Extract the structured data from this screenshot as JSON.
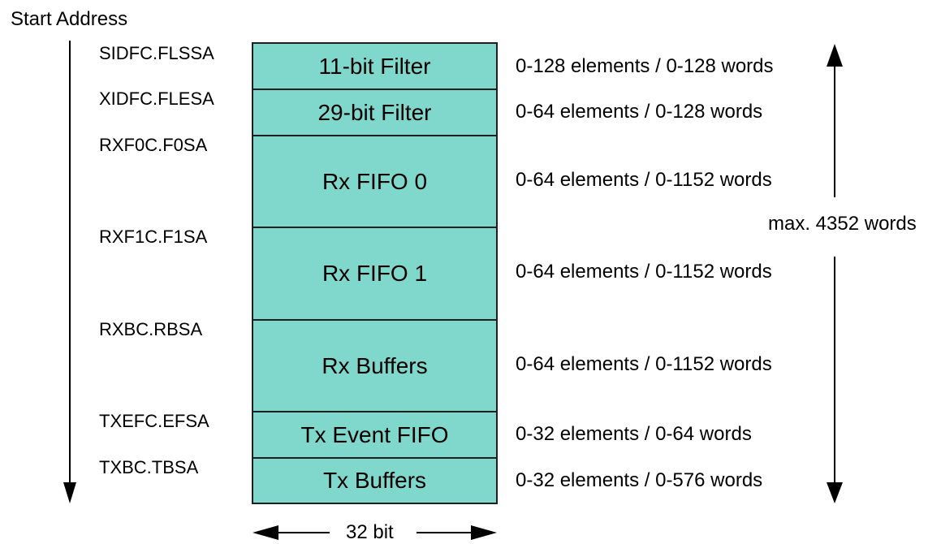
{
  "title": "Start Address",
  "addresses": [
    "SIDFC.FLSSA",
    "XIDFC.FLESA",
    "RXF0C.F0SA",
    "RXF1C.F1SA",
    "RXBC.RBSA",
    "TXEFC.EFSA",
    "TXBC.TBSA"
  ],
  "sections": [
    {
      "label": "11-bit Filter",
      "size": "0-128 elements / 0-128 words"
    },
    {
      "label": "29-bit Filter",
      "size": "0-64 elements / 0-128 words"
    },
    {
      "label": "Rx FIFO 0",
      "size": "0-64 elements / 0-1152 words"
    },
    {
      "label": "Rx FIFO 1",
      "size": "0-64 elements / 0-1152 words"
    },
    {
      "label": "Rx Buffers",
      "size": "0-64 elements / 0-1152 words"
    },
    {
      "label": "Tx Event FIFO",
      "size": "0-32 elements / 0-64 words"
    },
    {
      "label": "Tx Buffers",
      "size": "0-32 elements / 0-576 words"
    }
  ],
  "total": "max. 4352 words",
  "width_label": "32 bit",
  "colors": {
    "block_fill": "#80d8cc",
    "block_border": "#1f1f1f",
    "arrow": "#000000"
  }
}
